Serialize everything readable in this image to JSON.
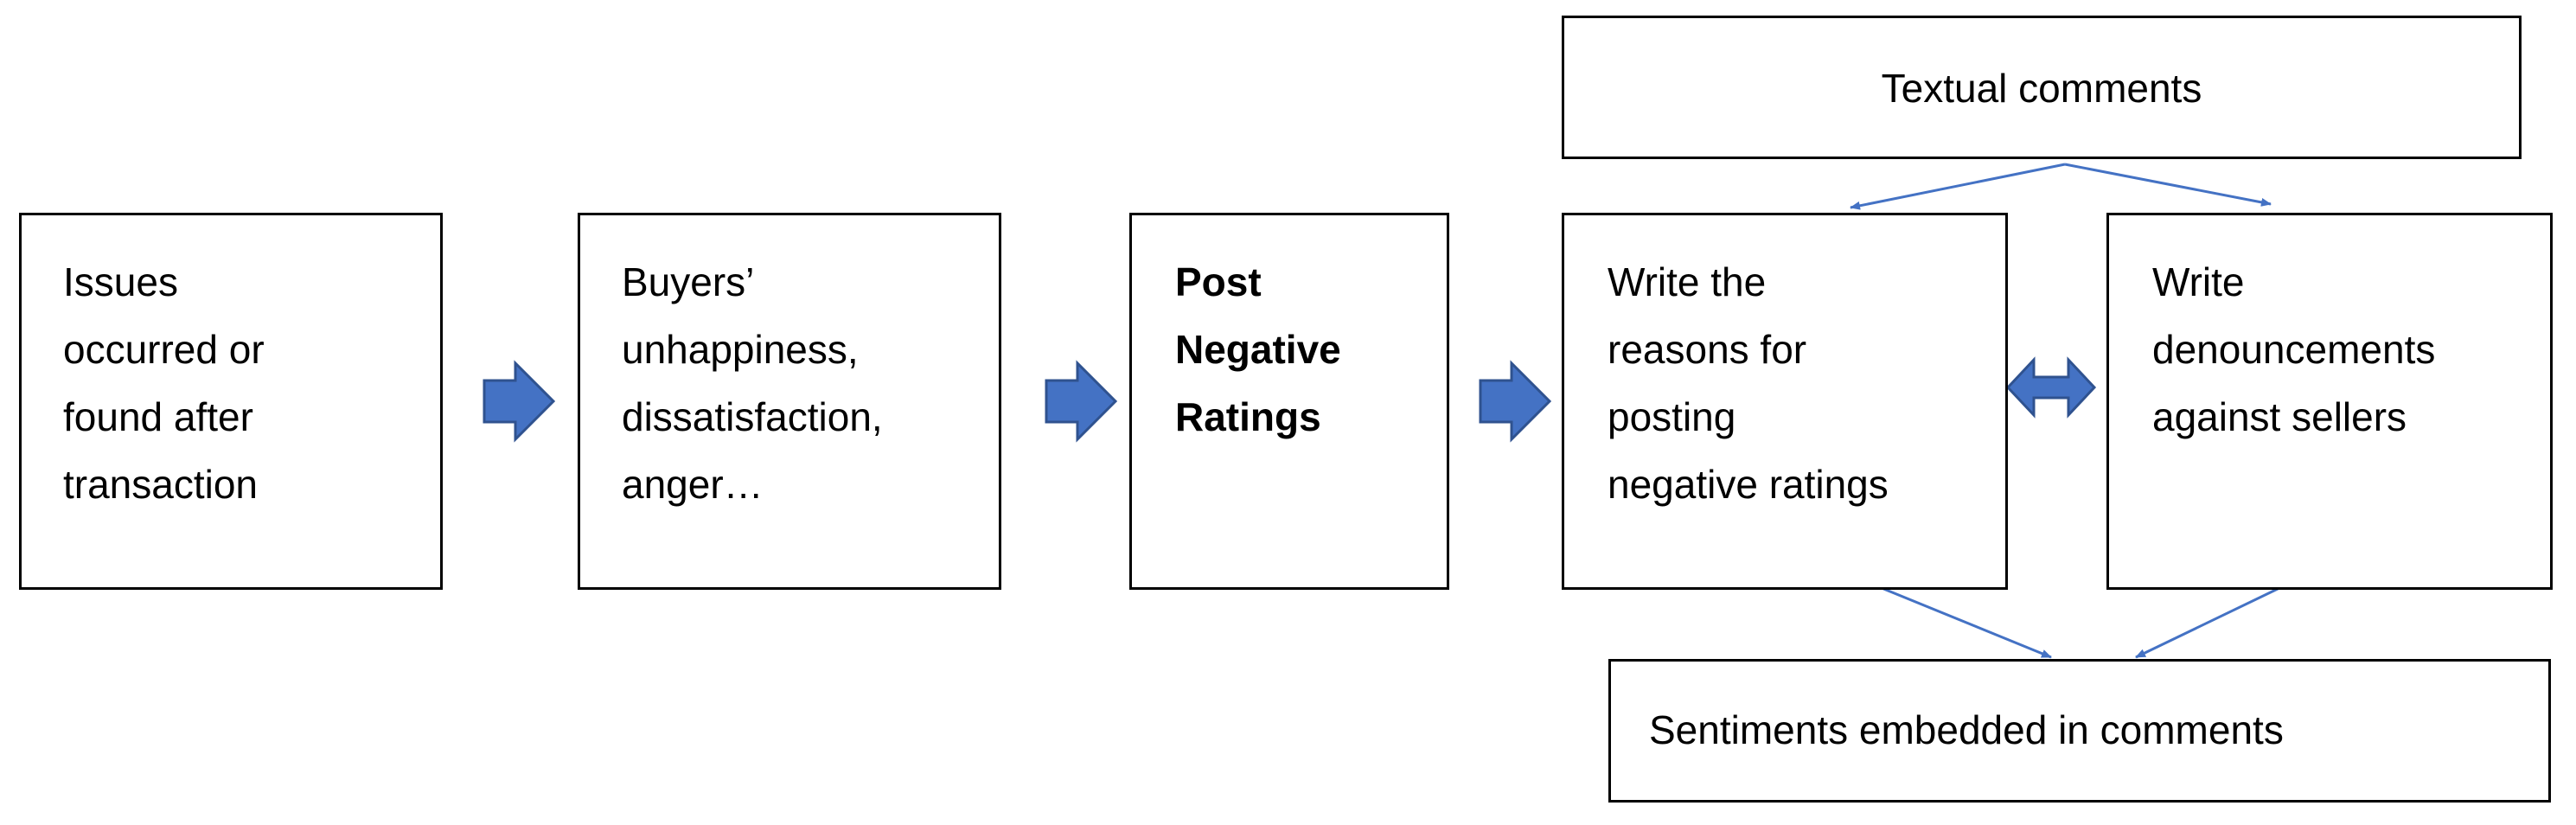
{
  "nodes": {
    "issues": {
      "lines": [
        "Issues",
        "occurred or",
        "found after",
        "transaction"
      ]
    },
    "buyers": {
      "lines": [
        "Buyers’",
        "unhappiness,",
        "dissatisfaction,",
        "anger…"
      ]
    },
    "post": {
      "lines": [
        "Post",
        "Negative",
        "Ratings"
      ]
    },
    "reasons": {
      "lines": [
        "Write the",
        "reasons for",
        "posting",
        "negative ratings"
      ]
    },
    "denounce": {
      "lines": [
        "Write",
        "denouncements",
        "against sellers"
      ]
    },
    "textual": {
      "label": "Textual comments"
    },
    "sentiments": {
      "label": "Sentiments embedded in comments"
    }
  },
  "colors": {
    "arrow_fill": "#4472c4",
    "arrow_stroke": "#2f528f",
    "line": "#4472c4"
  }
}
